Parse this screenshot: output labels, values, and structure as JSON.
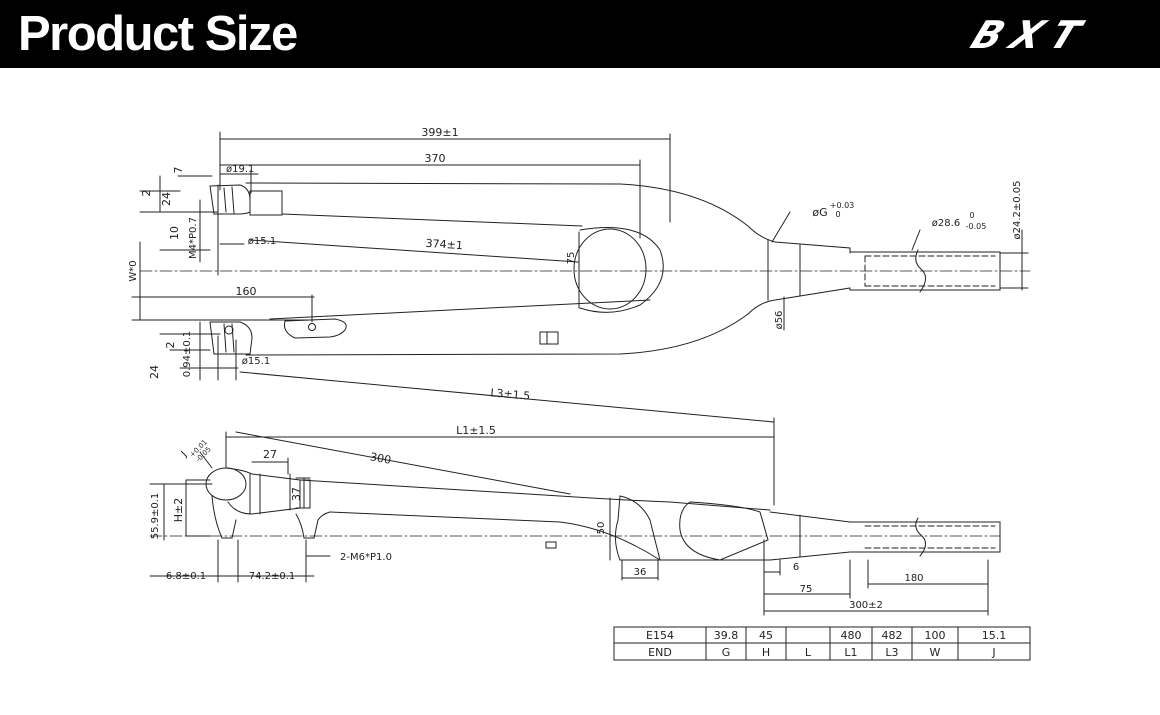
{
  "header": {
    "title": "Product Size",
    "logo_text": "BXT",
    "background_color": "#000000",
    "text_color": "#FFFFFF"
  },
  "top_view": {
    "dims": {
      "d399": "399±1",
      "d370": "370",
      "d19_1": "ø19.1",
      "d7": "7",
      "d2a": "2",
      "d24a": "24",
      "d10": "10",
      "m4": "M4*P0.7",
      "d15_1a": "ø15.1",
      "d374": "374±1",
      "d75": "75",
      "w": "W*0",
      "d160": "160",
      "d2b": "2",
      "d24b": "24",
      "d0_94": "0.94±0.1",
      "d15_1b": "ø15.1",
      "g": "øG",
      "g_tol": "+0.03",
      "g_tol_low": "0",
      "d28_6": "ø28.6",
      "d28_6_tol": "0",
      "d28_6_tol_low": "-0.05",
      "d24_2": "ø24.2±0.05",
      "d56": "ø56",
      "l3": "L3±1.5"
    }
  },
  "side_view": {
    "dims": {
      "l1": "L1±1.5",
      "d300a": "300",
      "d27": "27",
      "d37": "37",
      "j": "J",
      "j_tol": "+0.01",
      "j_tol_low": "-0.05",
      "h": "H±2",
      "d55_9": "55.9±0.1",
      "m6": "2-M6*P1.0",
      "d6_8": "6.8±0.1",
      "d74_2": "74.2±0.1",
      "d50": "50",
      "d36": "36",
      "d6": "6",
      "d75b": "75",
      "d180": "180",
      "d300b": "300±2"
    }
  },
  "spec_table": {
    "row1": [
      "E154",
      "39.8",
      "45",
      "",
      "480",
      "482",
      "100",
      "15.1"
    ],
    "row2": [
      "END",
      "G",
      "H",
      "L",
      "L1",
      "L3",
      "W",
      "J"
    ]
  }
}
